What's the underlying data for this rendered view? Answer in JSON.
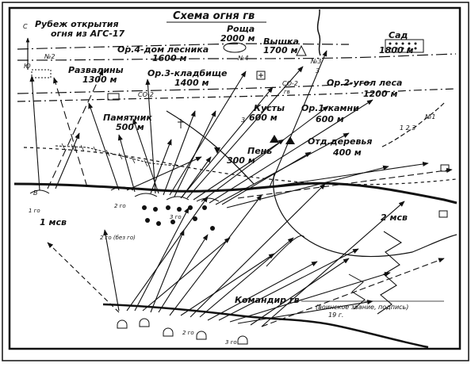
{
  "title": "Схема огня гв",
  "compass": {
    "north": "С",
    "south": "Ю"
  },
  "landmarks": [
    {
      "id": "rubezh1",
      "text": "Рубеж открытия"
    },
    {
      "id": "rubezh2",
      "text": "огня из АГС-17"
    },
    {
      "id": "roshcha-name",
      "text": "Роща"
    },
    {
      "id": "roshcha-dist",
      "text": "2000 м"
    },
    {
      "id": "vyshka-name",
      "text": "Вышка"
    },
    {
      "id": "vyshka-dist",
      "text": "1700 м"
    },
    {
      "id": "sad-name",
      "text": "Сад"
    },
    {
      "id": "sad-dist",
      "text": "1800 м"
    },
    {
      "id": "or4-name",
      "text": "Ор.4-дом лесника"
    },
    {
      "id": "or4-dist",
      "text": "1600 м"
    },
    {
      "id": "razvaliny-name",
      "text": "Развалины"
    },
    {
      "id": "razvaliny-dist",
      "text": "1300 м"
    },
    {
      "id": "or3-name",
      "text": "Ор.3-кладбище"
    },
    {
      "id": "or3-dist",
      "text": "1400 м"
    },
    {
      "id": "or2-name",
      "text": "Ор.2-угол леса"
    },
    {
      "id": "or2-dist",
      "text": "1200 м"
    },
    {
      "id": "pamyatnik-name",
      "text": "Памятник"
    },
    {
      "id": "pamyatnik-dist",
      "text": "500 м"
    },
    {
      "id": "kusty-name",
      "text": "Кусты"
    },
    {
      "id": "kusty-dist",
      "text": "600 м"
    },
    {
      "id": "or1-name",
      "text": "Ор.1-камни"
    },
    {
      "id": "or1-dist",
      "text": "600 м"
    },
    {
      "id": "pen-name",
      "text": "Пень"
    },
    {
      "id": "pen-dist",
      "text": "300 м"
    },
    {
      "id": "otd-name",
      "text": "Отд.деревья"
    },
    {
      "id": "otd-dist",
      "text": "400 м"
    }
  ],
  "marks": {
    "n2": "№2",
    "n3": "№3",
    "n4": "№4",
    "n1": "№1",
    "co2a": "СО-2",
    "co2b": "СО-2",
    "gv": "гв",
    "msv1": "1 мсв",
    "msv2": "2 мсв",
    "v1go": "1 го",
    "v2go": "2 го (без го)",
    "b": "В",
    "go2a": "2 го",
    "go3a": "3 го",
    "go2b": "2 го",
    "go3b": "3 го",
    "num3a": "3",
    "num12": "1 2 3",
    "num3b": "3",
    "num19": "19  г."
  },
  "footer": {
    "commander": "Командир гв",
    "signature": "(воинское звание, подпись)"
  },
  "colors": {
    "ink": "#111111",
    "paper": "#ffffff"
  }
}
